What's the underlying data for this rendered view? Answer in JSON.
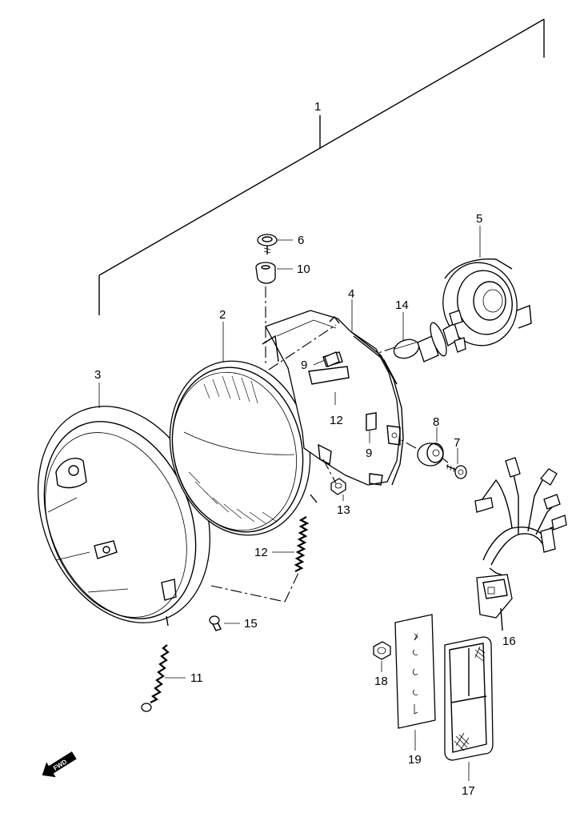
{
  "fwd_label": "FWD",
  "callouts": [
    {
      "id": "p1",
      "text": "1"
    },
    {
      "id": "p2",
      "text": "2"
    },
    {
      "id": "p3",
      "text": "3"
    },
    {
      "id": "p4",
      "text": "4"
    },
    {
      "id": "p5",
      "text": "5"
    },
    {
      "id": "p6",
      "text": "6"
    },
    {
      "id": "p7",
      "text": "7"
    },
    {
      "id": "p8",
      "text": "8"
    },
    {
      "id": "p9a",
      "text": "9"
    },
    {
      "id": "p9b",
      "text": "9"
    },
    {
      "id": "p10",
      "text": "10"
    },
    {
      "id": "p11",
      "text": "11"
    },
    {
      "id": "p12a",
      "text": "12"
    },
    {
      "id": "p12b",
      "text": "12"
    },
    {
      "id": "p13",
      "text": "13"
    },
    {
      "id": "p14",
      "text": "14"
    },
    {
      "id": "p15",
      "text": "15"
    },
    {
      "id": "p16",
      "text": "16"
    },
    {
      "id": "p17",
      "text": "17"
    },
    {
      "id": "p18",
      "text": "18"
    },
    {
      "id": "p19",
      "text": "19"
    }
  ]
}
